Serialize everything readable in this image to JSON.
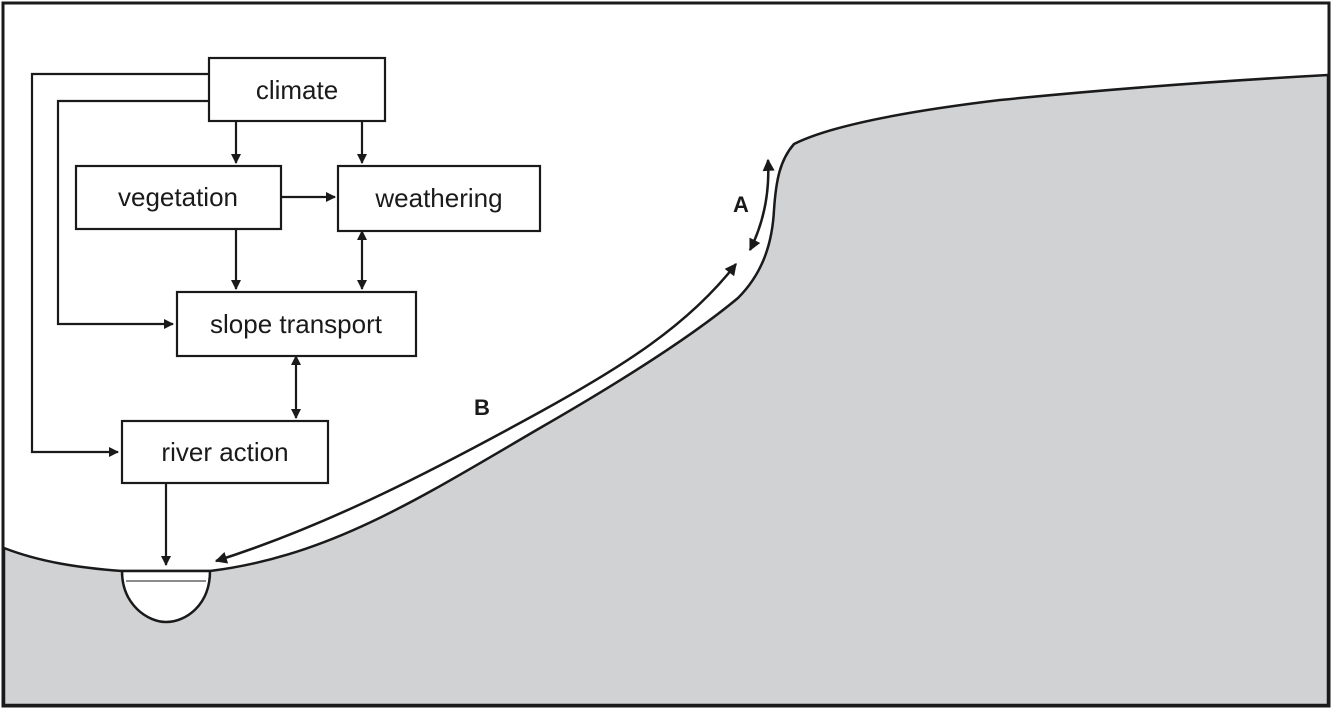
{
  "diagram": {
    "nodes": {
      "climate": "climate",
      "vegetation": "vegetation",
      "weathering": "weathering",
      "slope_transport": "slope transport",
      "river_action": "river action"
    },
    "slope_labels": {
      "a": "A",
      "b": "B"
    },
    "colors": {
      "ground_fill": "#d1d2d4",
      "line": "#1a1a1a",
      "background": "#ffffff"
    }
  }
}
